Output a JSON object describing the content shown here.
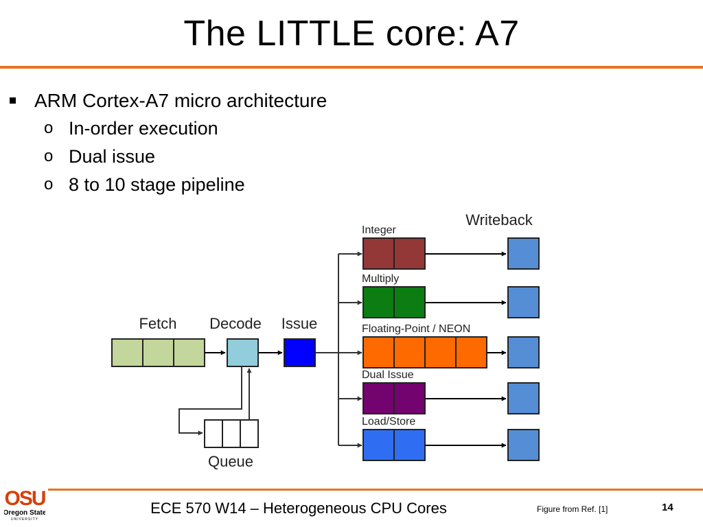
{
  "slide": {
    "title": "The LITTLE core: A7",
    "bullets": {
      "main": {
        "marker": "▪",
        "text": "ARM Cortex-A7 micro architecture"
      },
      "sub": [
        {
          "marker": "o",
          "text": "In-order execution"
        },
        {
          "marker": "o",
          "text": "Dual issue"
        },
        {
          "marker": "o",
          "text": "8 to 10 stage pipeline"
        }
      ]
    },
    "accent_color": "#e8731f"
  },
  "diagram": {
    "labels": {
      "fetch": "Fetch",
      "decode": "Decode",
      "issue": "Issue",
      "queue": "Queue",
      "writeback": "Writeback"
    },
    "pipelines": [
      {
        "name": "Integer",
        "color": "#943737",
        "stages": 2
      },
      {
        "name": "Multiply",
        "color": "#0b7d12",
        "stages": 2
      },
      {
        "name": "Floating-Point / NEON",
        "color": "#ff6a00",
        "stages": 4
      },
      {
        "name": "Dual Issue",
        "color": "#73036e",
        "stages": 2
      },
      {
        "name": "Load/Store",
        "color": "#2f6ef2",
        "stages": 2
      }
    ],
    "colors": {
      "fetch": "#c3d69b",
      "decode": "#92cddc",
      "issue": "#0000ff",
      "queue": "#ffffff",
      "writeback": "#558ed5"
    },
    "stage_counts": {
      "fetch": 3,
      "queue": 3
    }
  },
  "footer": {
    "logo": {
      "line1": "OSU",
      "line2": "Oregon State",
      "line3": "UNIVERSITY",
      "color": "#d73f09"
    },
    "title": "ECE 570 W14 – Heterogeneous CPU Cores",
    "reference": "Figure from Ref. [1]",
    "page": "14"
  }
}
